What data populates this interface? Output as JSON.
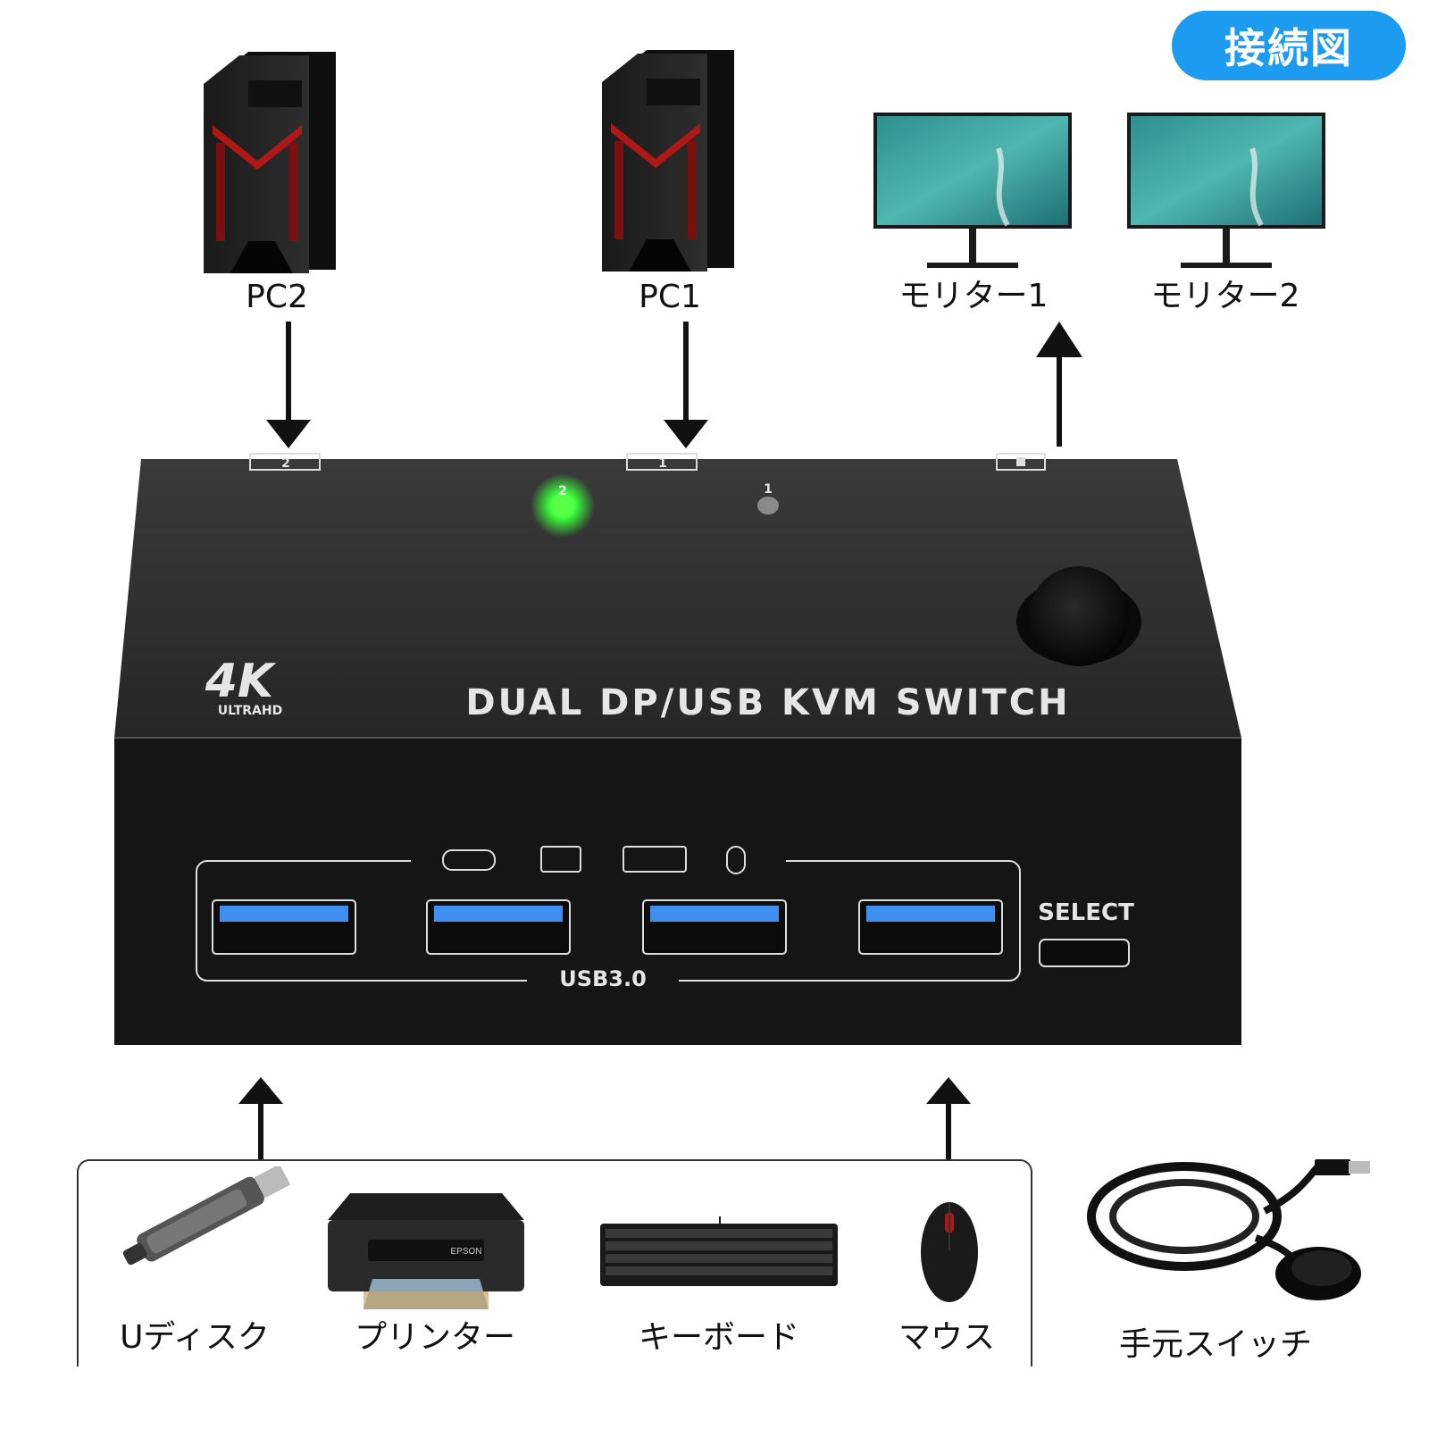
{
  "title_badge": "接続図",
  "pcs": [
    {
      "label": "PC2"
    },
    {
      "label": "PC1"
    }
  ],
  "monitors": [
    {
      "label": "モリター1"
    },
    {
      "label": "モリター2"
    }
  ],
  "kvm": {
    "product_name": "DUAL DP/USB KVM SWITCH",
    "logo_main": "4K",
    "logo_sub": "ULTRAHD",
    "usb_label": "USB3.0",
    "select_label": "SELECT",
    "indicator_1": "1",
    "indicator_2": "2",
    "port_pc2": "2",
    "port_pc1": "1",
    "led_color_active": "#39ff3a",
    "usb_port_color": "#3f8ff0"
  },
  "devices": [
    {
      "label": "Uディスク"
    },
    {
      "label": "プリンター"
    },
    {
      "label": "キーボード"
    },
    {
      "label": "マウス"
    },
    {
      "label": "手元スイッチ"
    }
  ],
  "printer_brand": "EPSON"
}
